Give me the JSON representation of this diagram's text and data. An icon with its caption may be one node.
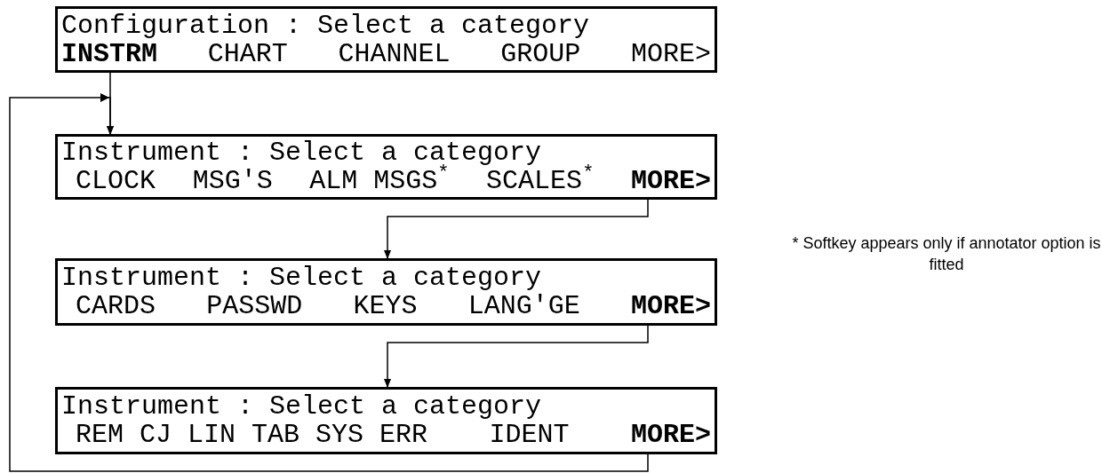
{
  "diagram": {
    "nodes": [
      {
        "text": [
          "Configuration : Select a category",
          "**INSTRM**",
          "CHART",
          "CHANNEL",
          "GROUP",
          "MORE>"
        ]
      },
      {
        "text": [
          "Instrument : Select a category",
          "CLOCK",
          "MSG'S",
          "ALM MSGS$^{*}$",
          "SCALES$^{*}$",
          "**MORE>**"
        ]
      },
      {
        "text": [
          "Instrument : Select a category",
          "CARDS",
          "PASSWD",
          "KEYS",
          "LANG'GE",
          "**MORE>**"
        ]
      },
      {
        "text": [
          "Instrument : Select a category",
          "REM CJ LIN TAB SYS ERR",
          "IDENT",
          "**MORE>**"
        ]
      }
    ],
    "edges": [
      {
        "from": 0,
        "to": 1,
        "arrow": "to"
      },
      {
        "from": 1,
        "to": 2,
        "arrow": "to"
      },
      {
        "from": 2,
        "to": 3,
        "arrow": "to"
      },
      {
        "from": 3,
        "to": 1,
        "arrow": "to"
      }
    ],
    "labels": [
      "* Softkey appears only if annotator option is fitted"
    ]
  }
}
